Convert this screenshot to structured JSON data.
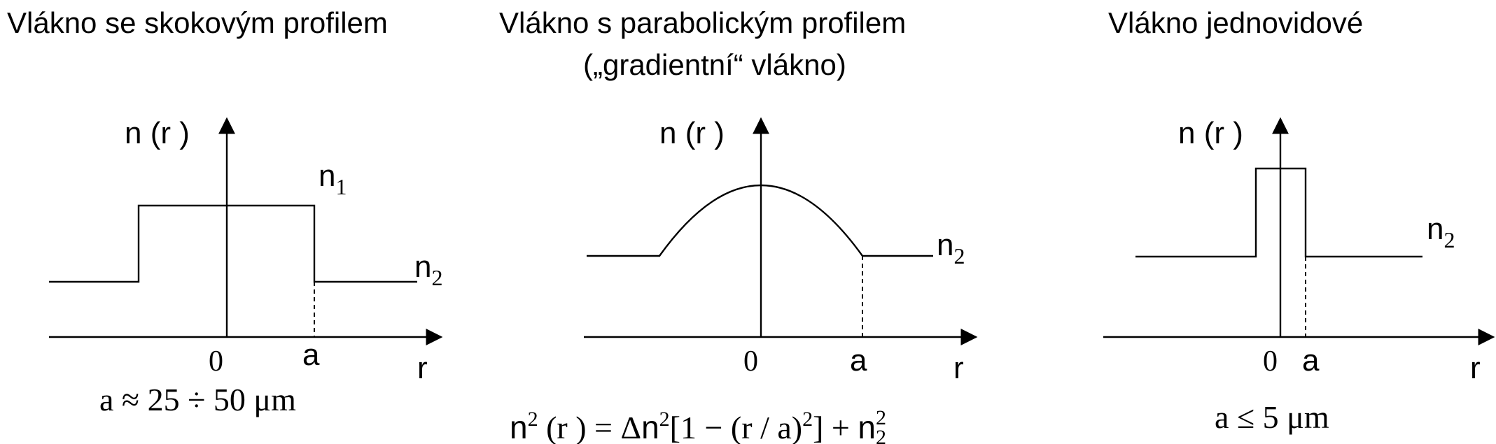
{
  "panels": [
    {
      "title": "Vlákno se skokovým profilem",
      "subtitle": "",
      "y_axis_label": "n (r )",
      "x_axis_label": "r",
      "origin_label": "0",
      "a_label": "a",
      "core_label": "n",
      "core_sub": "1",
      "clad_label": "n",
      "clad_sub": "2",
      "formula": "a ≈ 25 ÷ 50 μm"
    },
    {
      "title": "Vlákno s parabolickým profilem",
      "subtitle": "(„gradientní“ vlákno)",
      "y_axis_label": "n (r )",
      "x_axis_label": "r",
      "origin_label": "0",
      "a_label": "a",
      "clad_label": "n",
      "clad_sub": "2",
      "formula": {
        "lhs_n": "n",
        "lhs_sup": "2",
        "lhs_r": " (r ) = Δ",
        "mid_n": "n",
        "mid_sup": "2",
        "bracket": "[1 − (r / a)",
        "bracket_sup": "2",
        "bracket_end": "] + ",
        "rhs_n": "n",
        "rhs_sup": "2",
        "rhs_sub": "2"
      }
    },
    {
      "title": "Vlákno jednovidové",
      "subtitle": "",
      "y_axis_label": "n (r )",
      "x_axis_label": "r",
      "origin_label": "0",
      "a_label": "a",
      "clad_label": "n",
      "clad_sub": "2",
      "formula": "a ≤ 5 μm"
    }
  ]
}
